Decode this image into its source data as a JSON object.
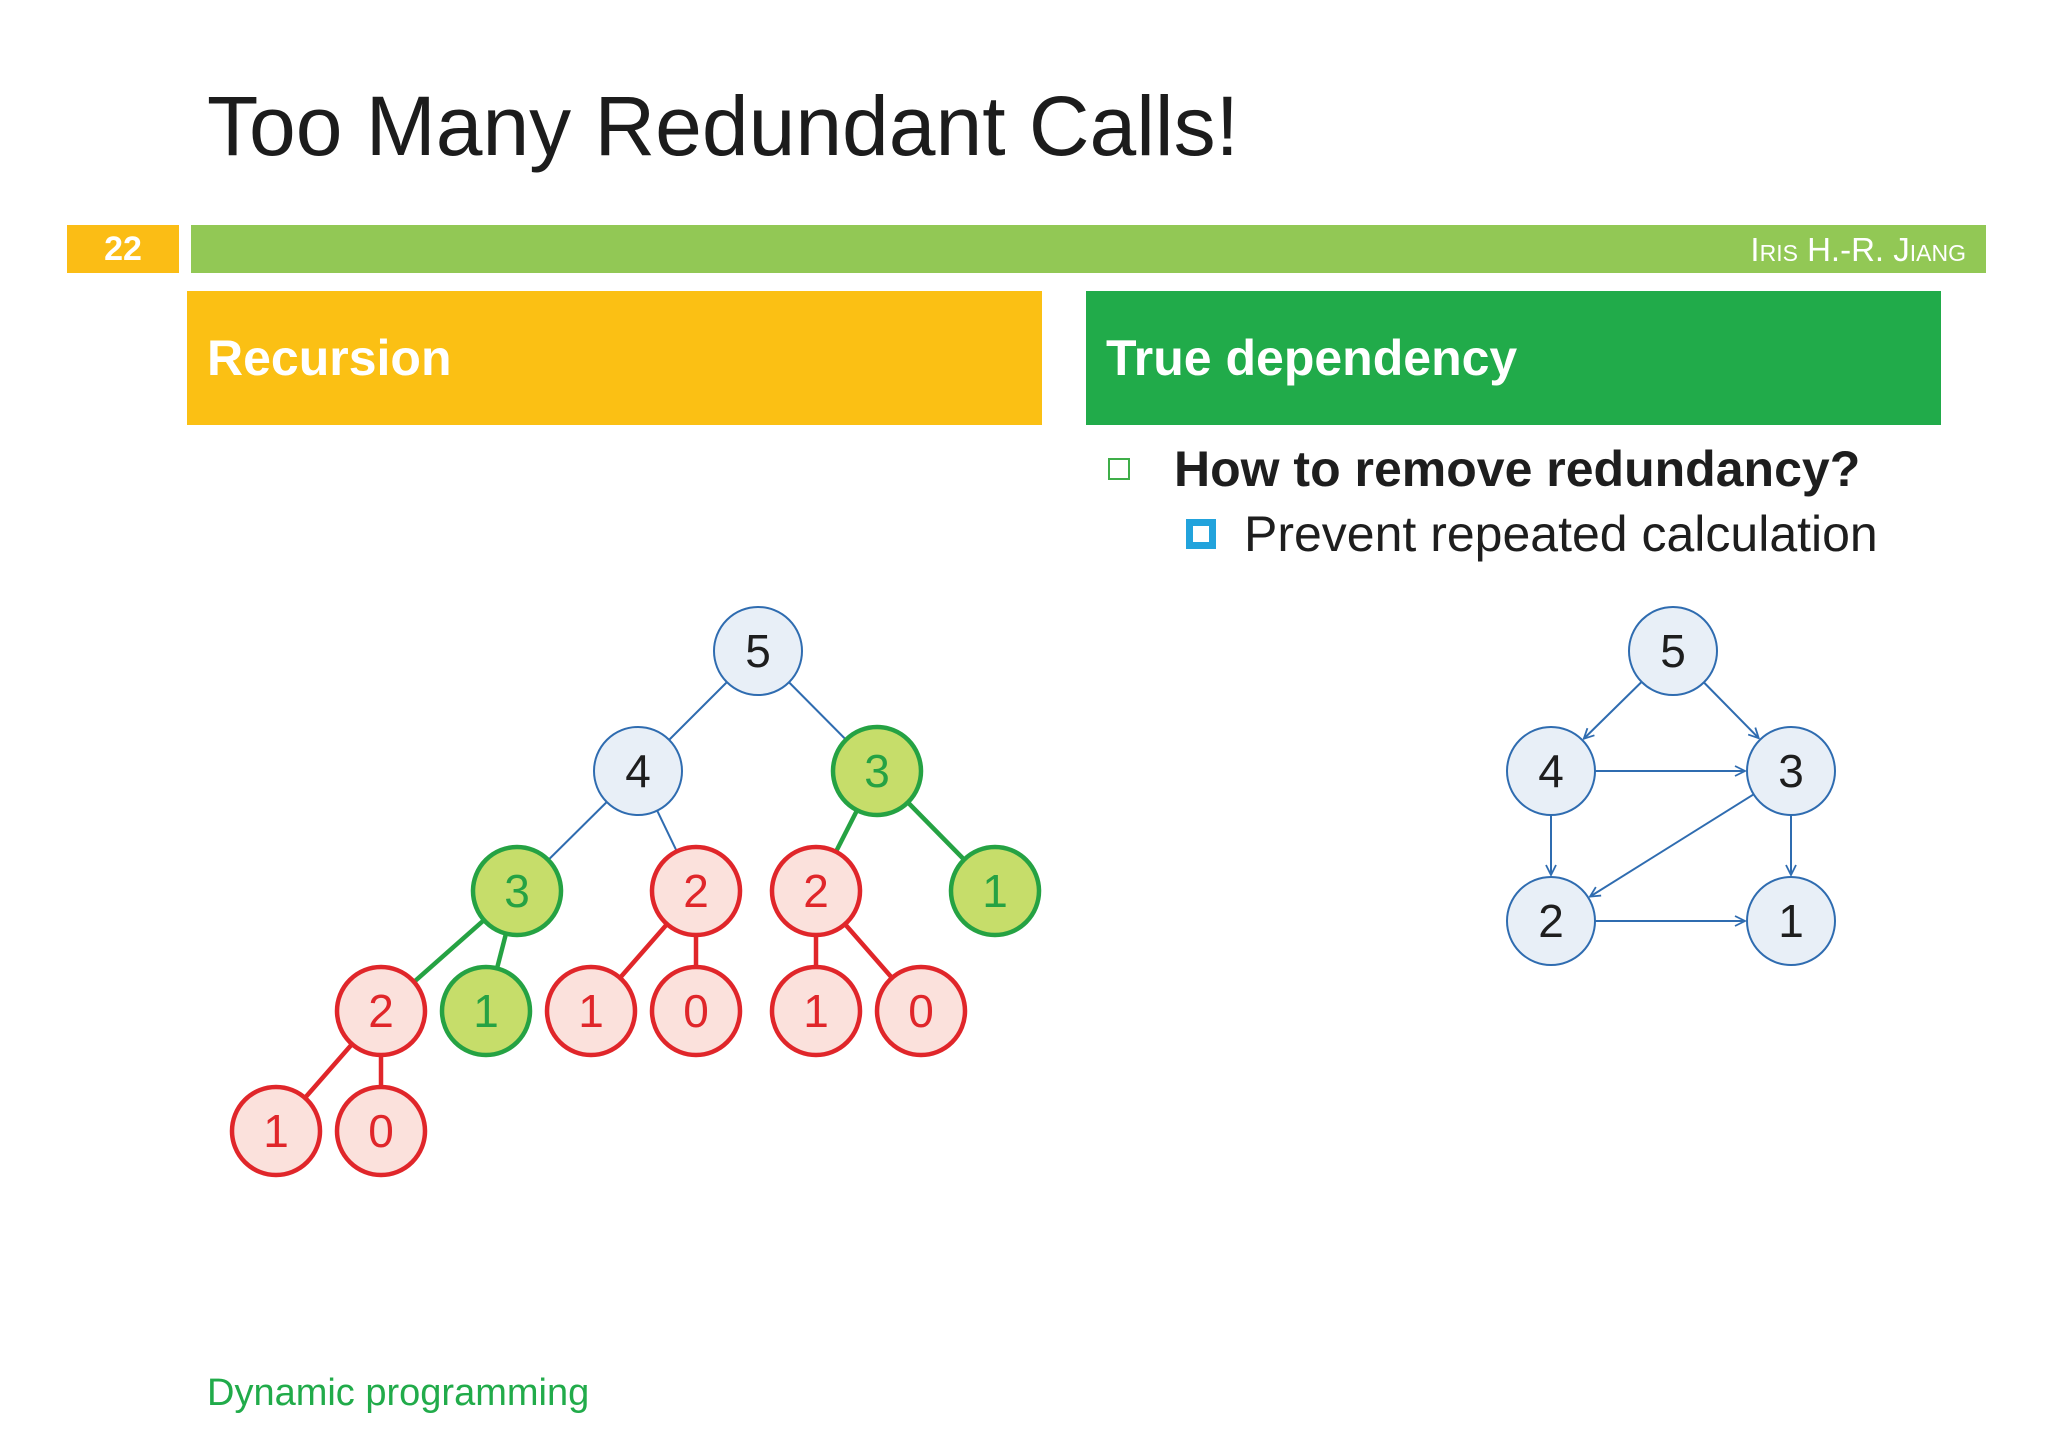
{
  "slide": {
    "title": "Too Many Redundant Calls!",
    "page_number": "22",
    "author": "Iris H.-R. Jiang",
    "footer": "Dynamic programming"
  },
  "panels": {
    "left_heading": "Recursion",
    "right_heading": "True dependency"
  },
  "bullets": [
    {
      "text": "How to remove redundancy?",
      "level": 1
    },
    {
      "text": "Prevent repeated calculation",
      "level": 2
    }
  ],
  "colors": {
    "normal": "#2f6cb0",
    "normal_fill": "#e8eff7",
    "repeated_green": "#25a243",
    "repeated_green_fill": "#c6dd6a",
    "repeated_red": "#e0262a",
    "repeated_red_fill": "#fbe1dc"
  },
  "recursion_tree": {
    "nodes": [
      {
        "id": "a",
        "label": "5",
        "style": "normal"
      },
      {
        "id": "b",
        "label": "4",
        "style": "normal"
      },
      {
        "id": "c",
        "label": "3",
        "style": "green"
      },
      {
        "id": "d",
        "label": "3",
        "style": "green"
      },
      {
        "id": "e",
        "label": "2",
        "style": "red"
      },
      {
        "id": "f",
        "label": "2",
        "style": "red"
      },
      {
        "id": "g",
        "label": "1",
        "style": "green"
      },
      {
        "id": "h",
        "label": "2",
        "style": "red"
      },
      {
        "id": "i",
        "label": "1",
        "style": "green"
      },
      {
        "id": "j",
        "label": "1",
        "style": "red"
      },
      {
        "id": "k",
        "label": "0",
        "style": "red"
      },
      {
        "id": "l",
        "label": "1",
        "style": "red"
      },
      {
        "id": "m",
        "label": "0",
        "style": "red"
      },
      {
        "id": "n",
        "label": "1",
        "style": "red"
      },
      {
        "id": "o",
        "label": "0",
        "style": "red"
      }
    ],
    "edges": [
      {
        "from": "a",
        "to": "b",
        "style": "normal"
      },
      {
        "from": "a",
        "to": "c",
        "style": "normal"
      },
      {
        "from": "b",
        "to": "d",
        "style": "normal"
      },
      {
        "from": "b",
        "to": "e",
        "style": "normal"
      },
      {
        "from": "c",
        "to": "f",
        "style": "green"
      },
      {
        "from": "c",
        "to": "g",
        "style": "green"
      },
      {
        "from": "d",
        "to": "h",
        "style": "green"
      },
      {
        "from": "d",
        "to": "i",
        "style": "green"
      },
      {
        "from": "e",
        "to": "j",
        "style": "red"
      },
      {
        "from": "e",
        "to": "k",
        "style": "red"
      },
      {
        "from": "f",
        "to": "l",
        "style": "red"
      },
      {
        "from": "f",
        "to": "m",
        "style": "red"
      },
      {
        "from": "h",
        "to": "n",
        "style": "red"
      },
      {
        "from": "h",
        "to": "o",
        "style": "red"
      }
    ]
  },
  "dependency_graph": {
    "nodes": [
      {
        "id": "p",
        "label": "5"
      },
      {
        "id": "q",
        "label": "4"
      },
      {
        "id": "r",
        "label": "3"
      },
      {
        "id": "s",
        "label": "2"
      },
      {
        "id": "t",
        "label": "1"
      }
    ],
    "edges": [
      {
        "from": "p",
        "to": "q"
      },
      {
        "from": "p",
        "to": "r"
      },
      {
        "from": "q",
        "to": "r"
      },
      {
        "from": "q",
        "to": "s"
      },
      {
        "from": "r",
        "to": "s"
      },
      {
        "from": "r",
        "to": "t"
      },
      {
        "from": "s",
        "to": "t"
      }
    ]
  }
}
